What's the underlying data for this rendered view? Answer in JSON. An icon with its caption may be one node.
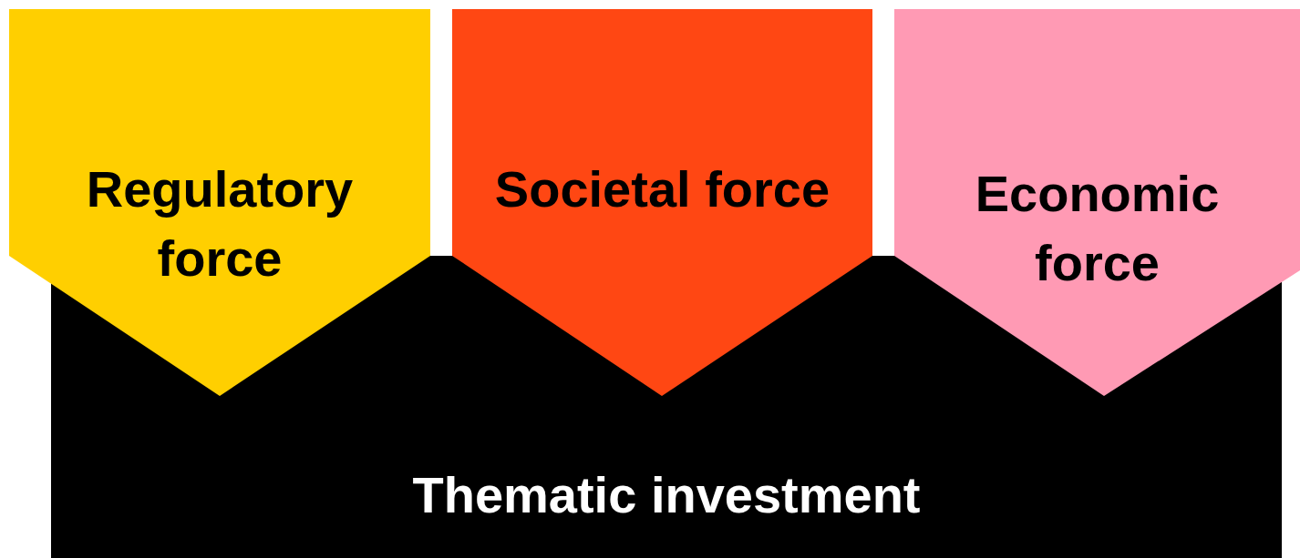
{
  "diagram": {
    "nodes": [
      {
        "text": [
          "Regulatory force"
        ]
      },
      {
        "text": [
          "Societal force"
        ]
      },
      {
        "text": [
          "Economic force"
        ]
      },
      {
        "text": [
          "Thematic investment"
        ]
      }
    ]
  }
}
